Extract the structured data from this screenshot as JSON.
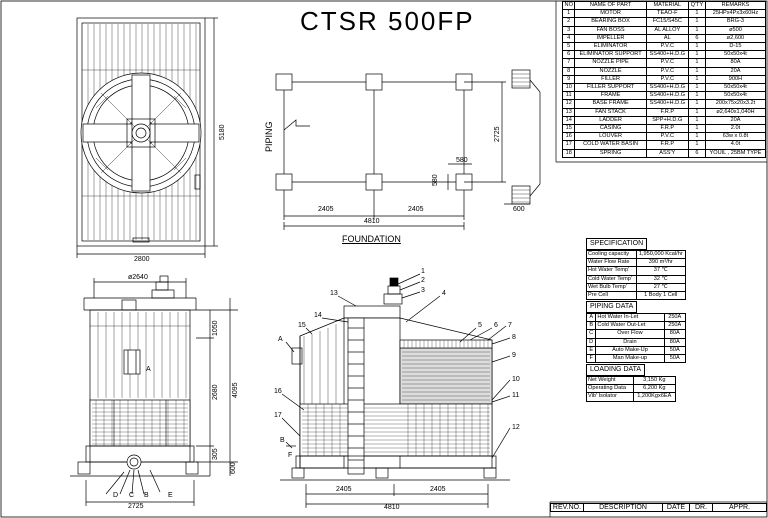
{
  "drawing": {
    "title": "CTSR 500FP",
    "foundation_label": "FOUNDATION",
    "piping_label": "PIPING"
  },
  "parts_table": {
    "headers": [
      "NO",
      "NAME OF PART",
      "MATERIAL",
      "Q'TY",
      "REMARKS"
    ],
    "rows": [
      [
        "1",
        "MOTOR",
        "TEAO-F",
        "1",
        "25HPx4Px3x60Hz"
      ],
      [
        "2",
        "BEARING BOX",
        "FC15/S45C",
        "1",
        "BRG-3"
      ],
      [
        "3",
        "FAN BOSS",
        "AL ALLOY",
        "1",
        "ø500"
      ],
      [
        "4",
        "IMPELLER",
        "AL",
        "6",
        "ø2,600"
      ],
      [
        "5",
        "ELIMINATOR",
        "P.V.C",
        "1",
        "D-15"
      ],
      [
        "6",
        "ELIMINATOR SUPPORT",
        "SS400+H.D.G",
        "1",
        "50x50x4t"
      ],
      [
        "7",
        "NOZZLE PIPE",
        "P.V.C",
        "1",
        "80A"
      ],
      [
        "8",
        "NOZZLE",
        "P.V.C",
        "1",
        "20A"
      ],
      [
        "9",
        "FILLER",
        "P.V.C",
        "1",
        "900H"
      ],
      [
        "10",
        "FILLER SUPPORT",
        "SS400+H.D.G",
        "1",
        "50x50x4t"
      ],
      [
        "11",
        "FRAME",
        "SS400+H.D.G",
        "1",
        "50x50x4t"
      ],
      [
        "12",
        "BASE FRAME",
        "SS400+H.D.G",
        "1",
        "200x75x20x3.2t"
      ],
      [
        "13",
        "FAN STACK",
        "F.R.P",
        "1",
        "ø2,640x1,040H"
      ],
      [
        "14",
        "LADDER",
        "SPP+H.D.G",
        "1",
        "20A"
      ],
      [
        "15",
        "CASING",
        "F.R.P",
        "1",
        "2.0t"
      ],
      [
        "16",
        "LOUVER",
        "P.V.C",
        "1",
        "63w x 0.8t"
      ],
      [
        "17",
        "COLD WATER BASIN",
        "F.R.P",
        "1",
        "4.0t"
      ],
      [
        "18",
        "SPRING",
        "ASS'Y",
        "6",
        "YOUIL , 25BM TYPE"
      ]
    ]
  },
  "specification": {
    "title": "SPECIFICATION",
    "rows": [
      [
        "Cooling capacity",
        "1,950,000 Kcal/hr"
      ],
      [
        "Water Flow Rate",
        "390 m³/hr"
      ],
      [
        "Hot Water Temp'",
        "37 ℃"
      ],
      [
        "Cold Water Temp'",
        "32 ℃"
      ],
      [
        "Wet Bulb Temp'",
        "27 ℃"
      ],
      [
        "Pre Cell",
        "1 Body 1 Cell"
      ]
    ]
  },
  "piping_data": {
    "title": "PIPING DATA",
    "rows": [
      [
        "A",
        "Hot Water In-Let",
        "250A"
      ],
      [
        "B",
        "Cold Water Out-Let",
        "250A"
      ],
      [
        "C",
        "Over Flow",
        "80A"
      ],
      [
        "D",
        "Drain",
        "80A"
      ],
      [
        "E",
        "Auto Make-Up",
        "50A"
      ],
      [
        "F",
        "Man Make-up",
        "50A"
      ]
    ]
  },
  "loading_data": {
    "title": "LOADING DATA",
    "rows": [
      [
        "Net Weight",
        "3,150 Kg"
      ],
      [
        "Operating Data",
        "6,200 Kg"
      ],
      [
        "Vib' Isolator",
        "1,200Kgx6EA"
      ]
    ]
  },
  "revision_block": {
    "headers": [
      "REV.NO.",
      "DESCRIPTION",
      "DATE",
      "DR.",
      "APPR."
    ]
  },
  "dimensions": {
    "plan_height": "5180",
    "plan_width": "2800",
    "found_height": "2725",
    "found_half1": "2405",
    "found_half2": "2405",
    "found_total": "4810",
    "found_580a": "580",
    "found_580b": "580",
    "found_600": "600",
    "front_dia": "ø2640",
    "front_1050": "1050",
    "front_2680": "2680",
    "front_4095": "4095",
    "front_305": "305",
    "front_600": "600",
    "front_width": "2725",
    "side_half1": "2405",
    "side_half2": "2405",
    "side_total": "4810"
  },
  "callouts": {
    "front": [
      "D",
      "C",
      "B",
      "E",
      "A"
    ],
    "side_right": [
      "1",
      "2",
      "3",
      "4",
      "5",
      "6",
      "7",
      "8",
      "9",
      "10",
      "11",
      "12"
    ],
    "side_left": [
      "13",
      "14",
      "15",
      "16",
      "17"
    ],
    "side_letters": [
      "A",
      "B",
      "F"
    ]
  }
}
